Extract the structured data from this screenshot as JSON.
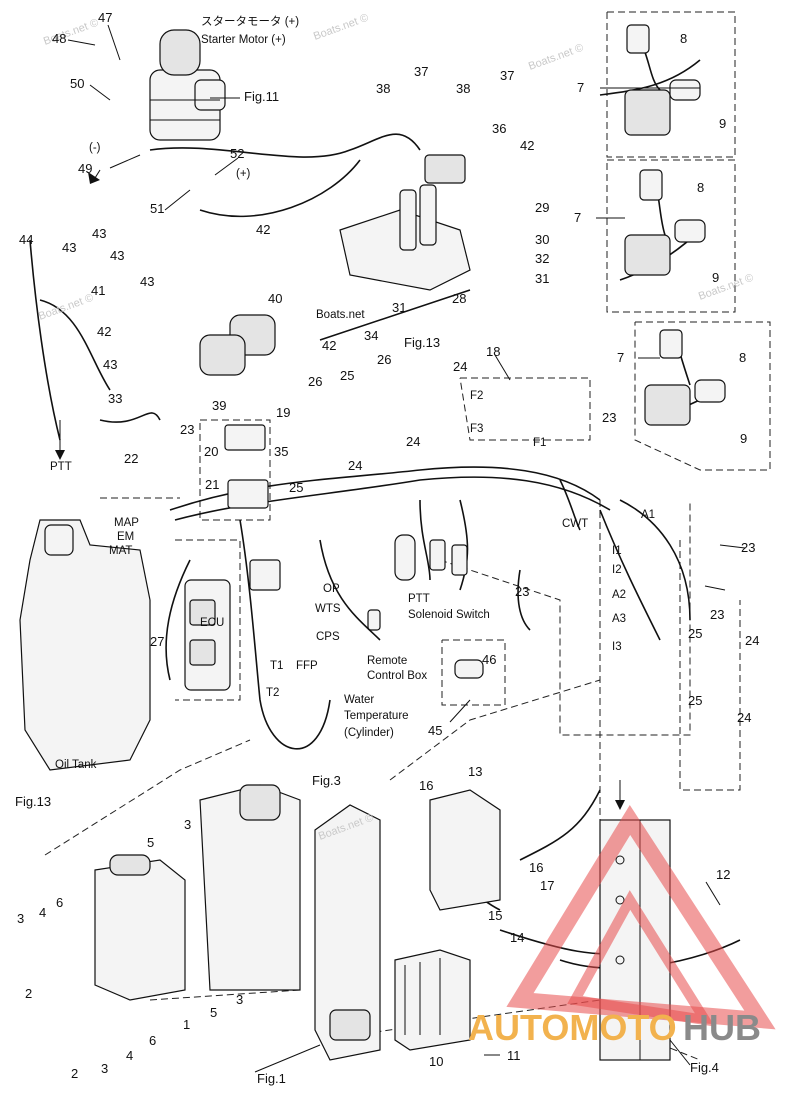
{
  "callouts": [
    "47",
    "48",
    "50",
    "49",
    "51",
    "52",
    "37",
    "37",
    "38",
    "38",
    "36",
    "42",
    "29",
    "30",
    "32",
    "31",
    "31",
    "28",
    "34",
    "8",
    "9",
    "7",
    "8",
    "7",
    "9",
    "8",
    "7",
    "9",
    "44",
    "43",
    "43",
    "43",
    "41",
    "43",
    "42",
    "42",
    "40",
    "42",
    "43",
    "39",
    "33",
    "26",
    "25",
    "24",
    "26",
    "Fig.13",
    "24",
    "18",
    "24",
    "19",
    "20",
    "21",
    "35",
    "25",
    "23",
    "22",
    "23",
    "23",
    "23",
    "24",
    "24",
    "25",
    "25",
    "23",
    "46",
    "45",
    "27",
    "1",
    "2",
    "3",
    "4",
    "5",
    "6",
    "3",
    "5",
    "3",
    "2",
    "3",
    "4",
    "6",
    "13",
    "16",
    "16",
    "17",
    "15",
    "14",
    "12",
    "11",
    "10"
  ],
  "labels": {
    "starter_jp": "スタータモータ (+)",
    "starter_en": "Starter Motor (+)",
    "fig11": "Fig.11",
    "minus": "(-)",
    "plus": "(+)",
    "boats_net": "Boats.net",
    "f2": "F2",
    "f3": "F3",
    "f1": "F1",
    "cwt": "CWT",
    "a1": "A1",
    "i1": "I1",
    "i2": "I2",
    "a2": "A2",
    "a3": "A3",
    "i3": "I3",
    "map": "MAP",
    "em": "EM",
    "mat": "MAT",
    "ecu": "ECU",
    "op": "OP",
    "wts": "WTS",
    "cps": "CPS",
    "t1": "T1",
    "t2": "T2",
    "ffp": "FFP",
    "ptt_switch_1": "PTT",
    "ptt_switch_2": "Solenoid Switch",
    "remote_1": "Remote",
    "remote_2": "Control Box",
    "water_1": "Water",
    "water_2": "Temperature",
    "water_3": "(Cylinder)",
    "ptt": "PTT",
    "oil_tank": "Oil Tank",
    "fig13b": "Fig.13",
    "fig3": "Fig.3",
    "fig1": "Fig.1",
    "fig4": "Fig.4"
  },
  "watermarks": [
    "Boats.net ©",
    "Boats.net ©",
    "Boats.net ©",
    "Boats.net ©",
    "Boats.net ©",
    "Boats.net ©"
  ],
  "brand": {
    "part1": "AUTOMOTO",
    "part2": "HUB",
    "accent": "#e84c4c",
    "gold": "#f2b24e",
    "gray": "#8a8a8a"
  }
}
